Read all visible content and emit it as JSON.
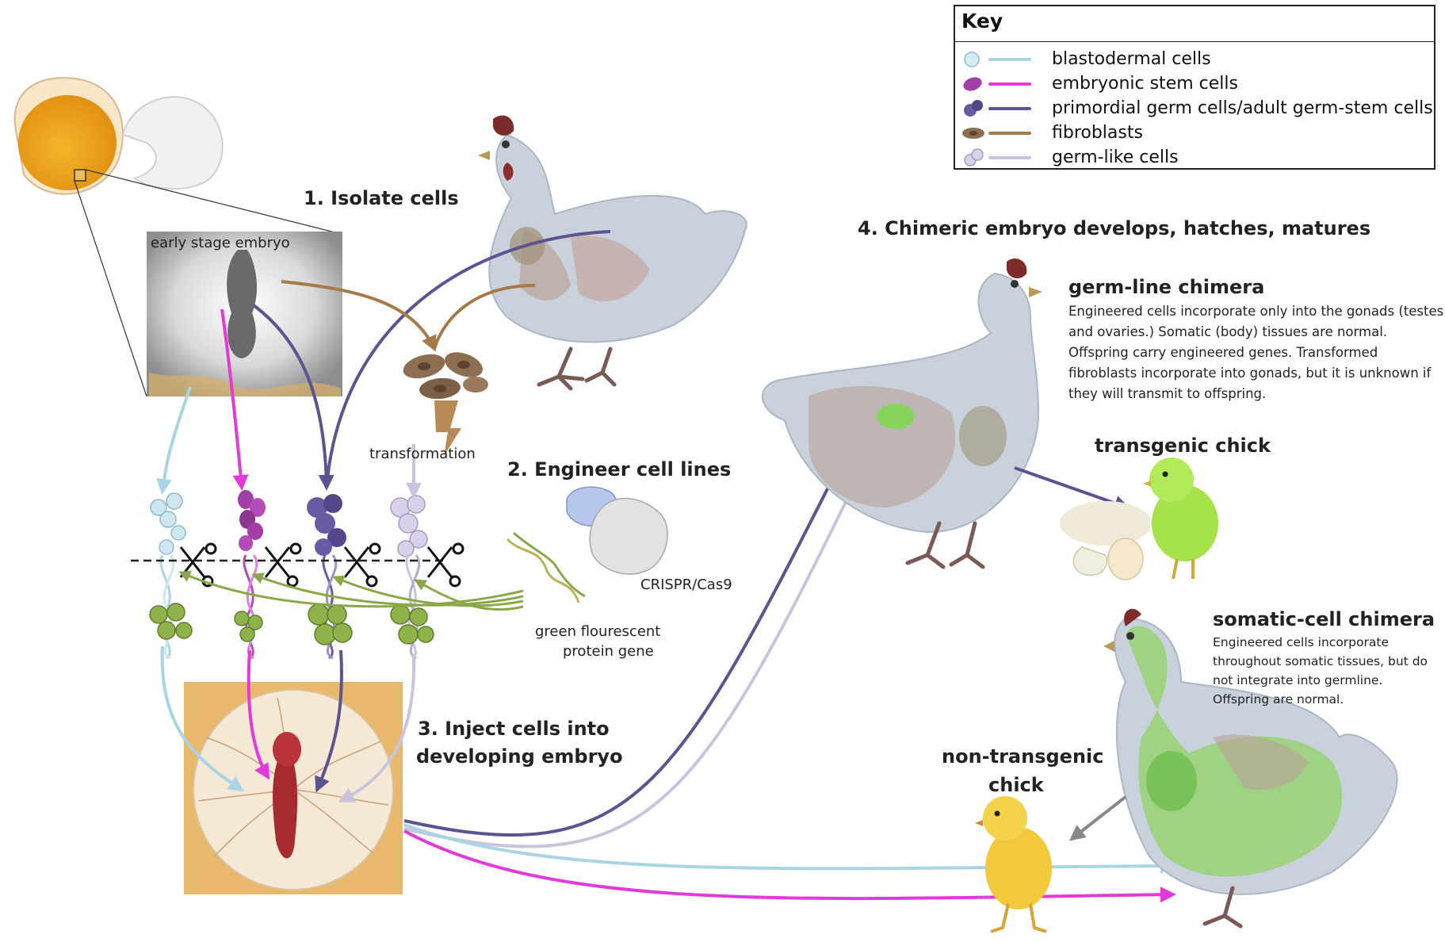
{
  "key": {
    "title": "Key",
    "items": [
      {
        "label": "blastodermal cells",
        "color": "#a9d4e4",
        "icon": "blastodermal-cell-icon"
      },
      {
        "label": "embryonic stem cells",
        "color": "#e23ad8",
        "icon": "embryonic-stem-cell-icon"
      },
      {
        "label": "primordial germ cells/adult germ-stem cells",
        "color": "#5e5391",
        "icon": "germ-cell-icon"
      },
      {
        "label": "fibroblasts",
        "color": "#a57a48",
        "icon": "fibroblast-icon"
      },
      {
        "label": "germ-like cells",
        "color": "#cbc3dc",
        "icon": "germ-like-cell-icon"
      }
    ]
  },
  "steps": {
    "step1": "1. Isolate cells",
    "step2": "2. Engineer cell lines",
    "step3_line1": "3. Inject cells into",
    "step3_line2": "developing embryo",
    "step4": "4. Chimeric embryo develops, hatches, matures"
  },
  "labels": {
    "early_embryo": "early stage embryo",
    "transformation": "transformation",
    "crispr": "CRISPR/Cas9",
    "gfp_line1": "green flourescent",
    "gfp_line2": "protein  gene",
    "transgenic_chick": "transgenic chick",
    "non_transgenic_line1": "non-transgenic",
    "non_transgenic_line2": "chick"
  },
  "germline": {
    "title": "germ-line chimera",
    "text": "Engineered cells incorporate only into the gonads (testes and ovaries.) Somatic (body) tissues are normal. Offspring carry engineered genes. Transformed fibroblasts incorporate into gonads, but it is unknown if they will transmit to offspring."
  },
  "somatic": {
    "title": "somatic-cell chimera",
    "text": "Engineered cells incorporate throughout somatic tissues, but do not integrate into germline. Offspring are normal."
  },
  "colors": {
    "blastodermal": "#a9d4e4",
    "embryonic": "#e23ad8",
    "germ": "#5e5391",
    "fibroblast": "#a57a48",
    "germlike": "#cbc3dc",
    "gfp": "#8aa84a",
    "hen_body": "#c9d2dc",
    "chick_yellow": "#f2c93a",
    "chick_green": "#a6e24a"
  }
}
